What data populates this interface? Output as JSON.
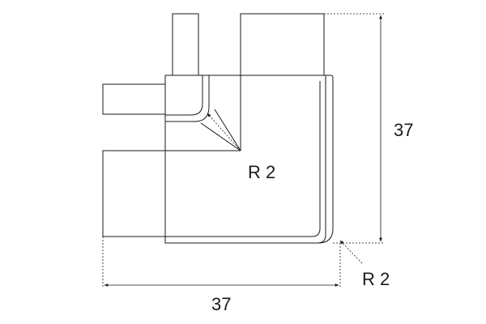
{
  "drawing": {
    "dimension_width": "37",
    "dimension_height": "37",
    "radius_inner": "R 2",
    "radius_outer": "R 2"
  },
  "colors": {
    "line": "#1a1a1a",
    "background": "#ffffff"
  }
}
